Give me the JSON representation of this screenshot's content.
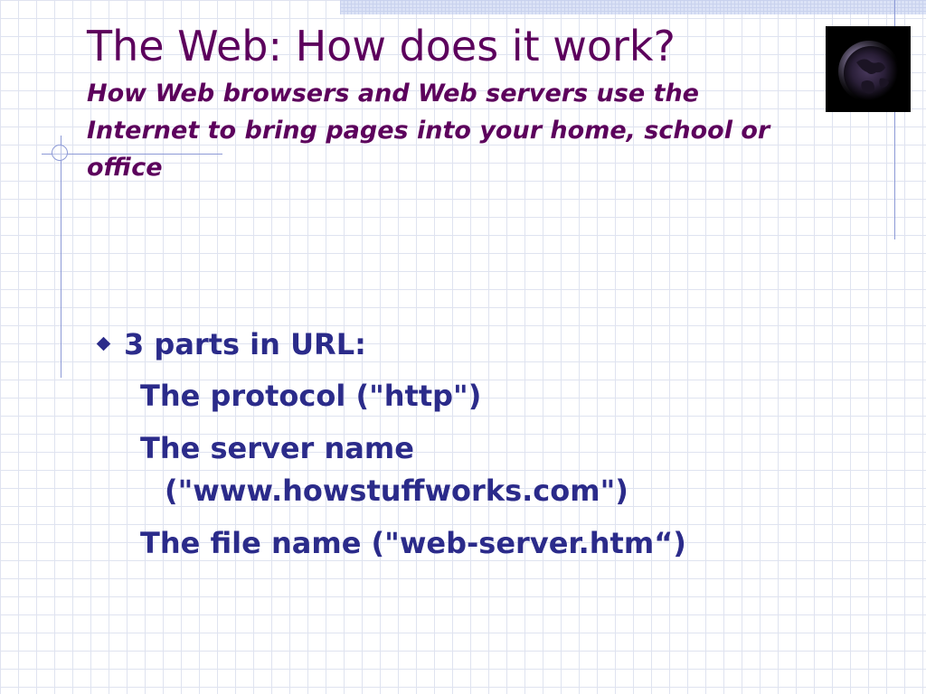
{
  "slide": {
    "title": "The Web: How does it work?",
    "subtitle": "How Web browsers and Web servers use the Internet to bring pages into your home, school or office"
  },
  "bullets": [
    {
      "text": "3 parts in URL:",
      "items": [
        {
          "lines": [
            "The protocol (\"http\")"
          ]
        },
        {
          "lines": [
            "The server name",
            "(\"www.howstuffworks.com\")"
          ]
        },
        {
          "lines": [
            "The file name (\"web-server.htm“)"
          ]
        }
      ]
    }
  ],
  "icons": {
    "bullet": "diamond-bullet-icon",
    "corner_image": "globe-icon"
  },
  "colors": {
    "title": "#5c005c",
    "body": "#2b2b8a",
    "grid": "#dfe3f0",
    "accent_line": "#8d9ad6"
  }
}
